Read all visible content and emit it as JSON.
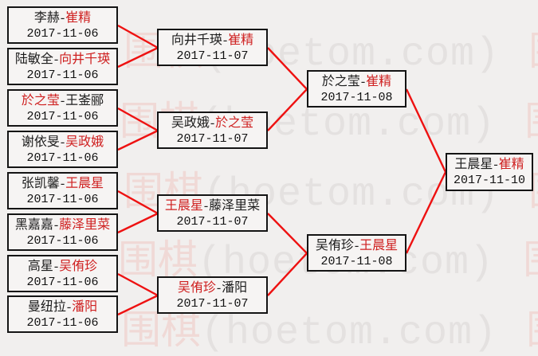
{
  "page": {
    "background": "#f1efee",
    "description_colors": {
      "winner_text": "#cf2020",
      "player_text": "#1c1c1c",
      "connector_line": "#ee1111",
      "box_border": "#141414"
    }
  },
  "watermark": {
    "cjk": "围棋",
    "latin": "(hoetom.com)"
  },
  "bracket": {
    "dash": "-",
    "matches": [
      {
        "round": 1,
        "p1": "李赫",
        "p2": "崔精",
        "winner": "p2",
        "date": "2017-11-06",
        "p1_color": "#1c1c1c",
        "p2_color": "#cf2020"
      },
      {
        "round": 1,
        "p1": "陆敏全",
        "p2": "向井千瑛",
        "winner": "p2",
        "date": "2017-11-06",
        "p1_color": "#1c1c1c",
        "p2_color": "#cf2020"
      },
      {
        "round": 1,
        "p1": "於之莹",
        "p2": "王崟郦",
        "winner": "p1",
        "date": "2017-11-06",
        "p1_color": "#cf2020",
        "p2_color": "#1c1c1c"
      },
      {
        "round": 1,
        "p1": "谢依旻",
        "p2": "吴政娥",
        "winner": "p2",
        "date": "2017-11-06",
        "p1_color": "#1c1c1c",
        "p2_color": "#cf2020"
      },
      {
        "round": 1,
        "p1": "张凯馨",
        "p2": "王晨星",
        "winner": "p2",
        "date": "2017-11-06",
        "p1_color": "#1c1c1c",
        "p2_color": "#cf2020"
      },
      {
        "round": 1,
        "p1": "黑嘉嘉",
        "p2": "藤泽里菜",
        "winner": "p2",
        "date": "2017-11-06",
        "p1_color": "#1c1c1c",
        "p2_color": "#cf2020"
      },
      {
        "round": 1,
        "p1": "高星",
        "p2": "吴侑珍",
        "winner": "p2",
        "date": "2017-11-06",
        "p1_color": "#1c1c1c",
        "p2_color": "#cf2020"
      },
      {
        "round": 1,
        "p1": "曼纽拉",
        "p2": "潘阳",
        "winner": "p2",
        "date": "2017-11-06",
        "p1_color": "#1c1c1c",
        "p2_color": "#cf2020"
      },
      {
        "round": 2,
        "p1": "向井千瑛",
        "p2": "崔精",
        "winner": "p2",
        "date": "2017-11-07",
        "p1_color": "#1c1c1c",
        "p2_color": "#cf2020"
      },
      {
        "round": 2,
        "p1": "吴政娥",
        "p2": "於之莹",
        "winner": "p2",
        "date": "2017-11-07",
        "p1_color": "#1c1c1c",
        "p2_color": "#cf2020"
      },
      {
        "round": 2,
        "p1": "王晨星",
        "p2": "藤泽里菜",
        "winner": "p1",
        "date": "2017-11-07",
        "p1_color": "#cf2020",
        "p2_color": "#1c1c1c"
      },
      {
        "round": 2,
        "p1": "吴侑珍",
        "p2": "潘阳",
        "winner": "p1",
        "date": "2017-11-07",
        "p1_color": "#cf2020",
        "p2_color": "#1c1c1c"
      },
      {
        "round": 3,
        "p1": "於之莹",
        "p2": "崔精",
        "winner": "p2",
        "date": "2017-11-08",
        "p1_color": "#1c1c1c",
        "p2_color": "#cf2020"
      },
      {
        "round": 3,
        "p1": "吴侑珍",
        "p2": "王晨星",
        "winner": "p2",
        "date": "2017-11-08",
        "p1_color": "#1c1c1c",
        "p2_color": "#cf2020"
      },
      {
        "round": 4,
        "p1": "王晨星",
        "p2": "崔精",
        "winner": "p2",
        "date": "2017-11-10",
        "p1_color": "#1c1c1c",
        "p2_color": "#cf2020"
      }
    ]
  }
}
